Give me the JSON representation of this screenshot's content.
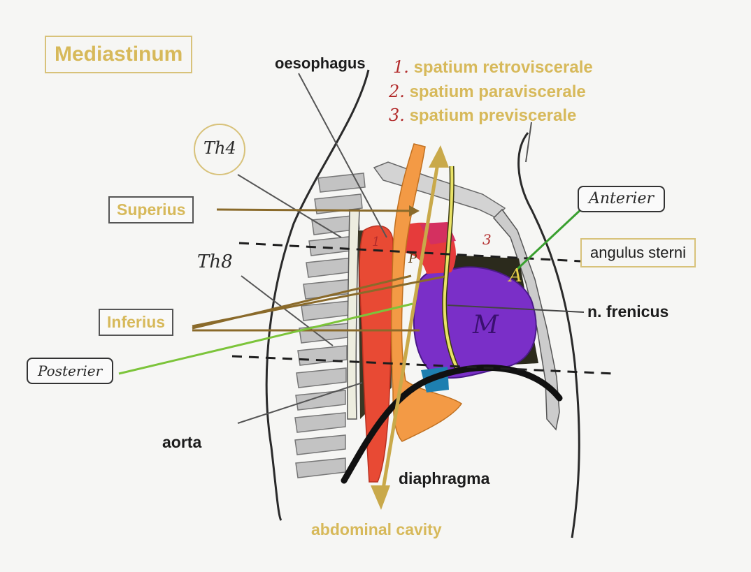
{
  "title": "Mediastinum",
  "list": {
    "items": [
      {
        "num": "1.",
        "text": "spatium retroviscerale"
      },
      {
        "num": "2.",
        "text": "spatium paraviscerale"
      },
      {
        "num": "3.",
        "text": "spatium previscerale"
      }
    ]
  },
  "labels": {
    "oesophagus": "oesophagus",
    "superius": "Superius",
    "inferius": "Inferius",
    "angulus_sterni": "angulus sterni",
    "n_frenicus": "n. frenicus",
    "aorta": "aorta",
    "diaphragma": "diaphragma",
    "abdominal_cavity": "abdominal cavity"
  },
  "handwritten": {
    "th4": "Th4",
    "th8": "Th8",
    "anterior": "Anterier",
    "posterior": "Posterier",
    "region_1": "1",
    "region_3": "3",
    "letter_p": "P",
    "letter_a": "A",
    "letter_m": "M"
  },
  "colors": {
    "gold": "#d7b95a",
    "aorta": "#e84a34",
    "oesophagus": "#f39a45",
    "heart": "#7a2fc8",
    "phrenic": "#e9e266",
    "leader_green": "#7cc43a",
    "leader_brown": "#8a6a2a",
    "vertebra": "#bdbdbd"
  }
}
